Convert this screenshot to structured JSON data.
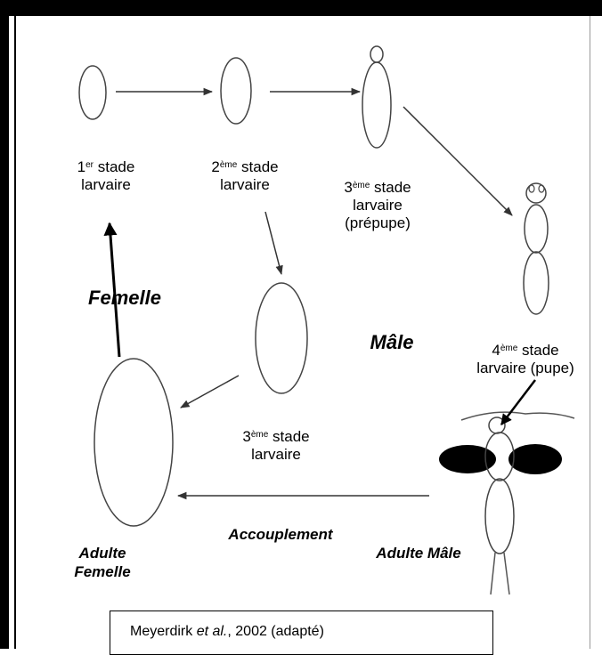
{
  "labels": {
    "stage1_num": "1",
    "stage1_sup": "er",
    "stage1_word": "stade",
    "stage1_line2": "larvaire",
    "stage2_num": "2",
    "stage2_sup": "ème",
    "stage2_word": "stade",
    "stage2_line2": "larvaire",
    "stage3m_num": "3",
    "stage3m_sup": "ème",
    "stage3m_word": "stade",
    "stage3m_line2": "larvaire",
    "stage3m_line3": "(prépupe)",
    "stage4_num": "4",
    "stage4_sup": "ème",
    "stage4_word": "stade",
    "stage4_line2": "larvaire (pupe)",
    "stage3f_num": "3",
    "stage3f_sup": "ème",
    "stage3f_word": "stade",
    "stage3f_line2": "larvaire",
    "femelle": "Femelle",
    "male": "Mâle",
    "accouplement": "Accouplement",
    "adulte_femelle_line1": "Adulte",
    "adulte_femelle_line2": "Femelle",
    "adulte_male": "Adulte Mâle"
  },
  "reference": {
    "author": "Meyerdirk ",
    "etal": "et al.",
    "rest": ", 2002 (adapté)"
  }
}
